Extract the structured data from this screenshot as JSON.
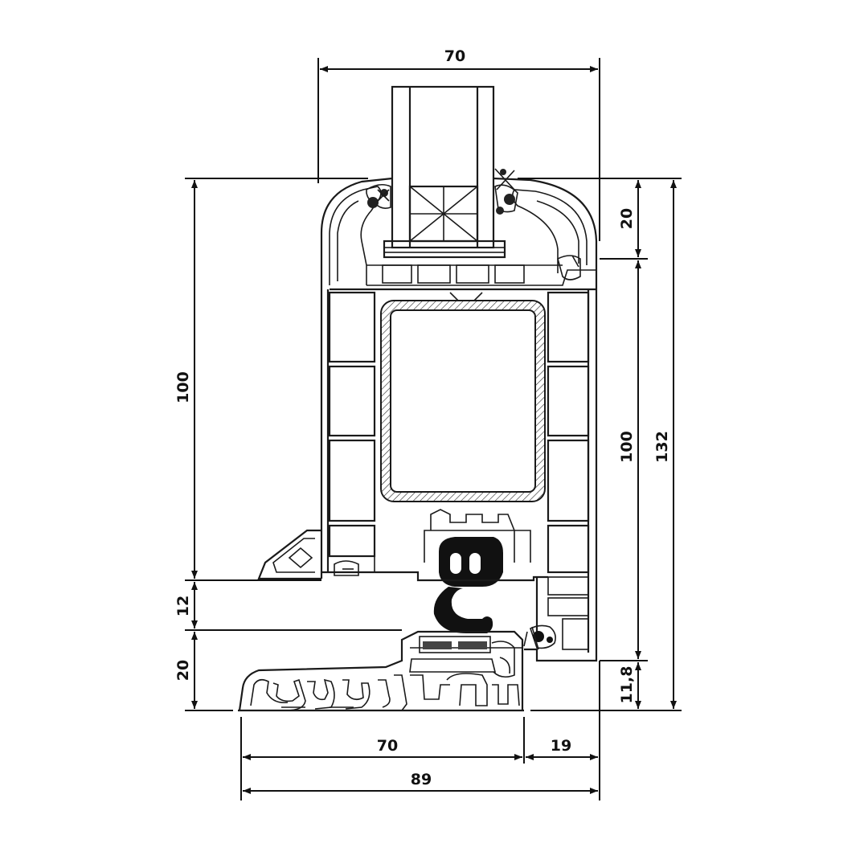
{
  "diagram": {
    "type": "window-profile-section",
    "dimensions": {
      "top_width": "70",
      "sash_overlap": "20",
      "left_height": "100",
      "right_height": "100",
      "total_height": "132",
      "threshold_gap": "12",
      "sill_height": "20",
      "bottom_offset": "11,8",
      "inner_width": "70",
      "outer_extension": "19",
      "total_width": "89"
    }
  }
}
